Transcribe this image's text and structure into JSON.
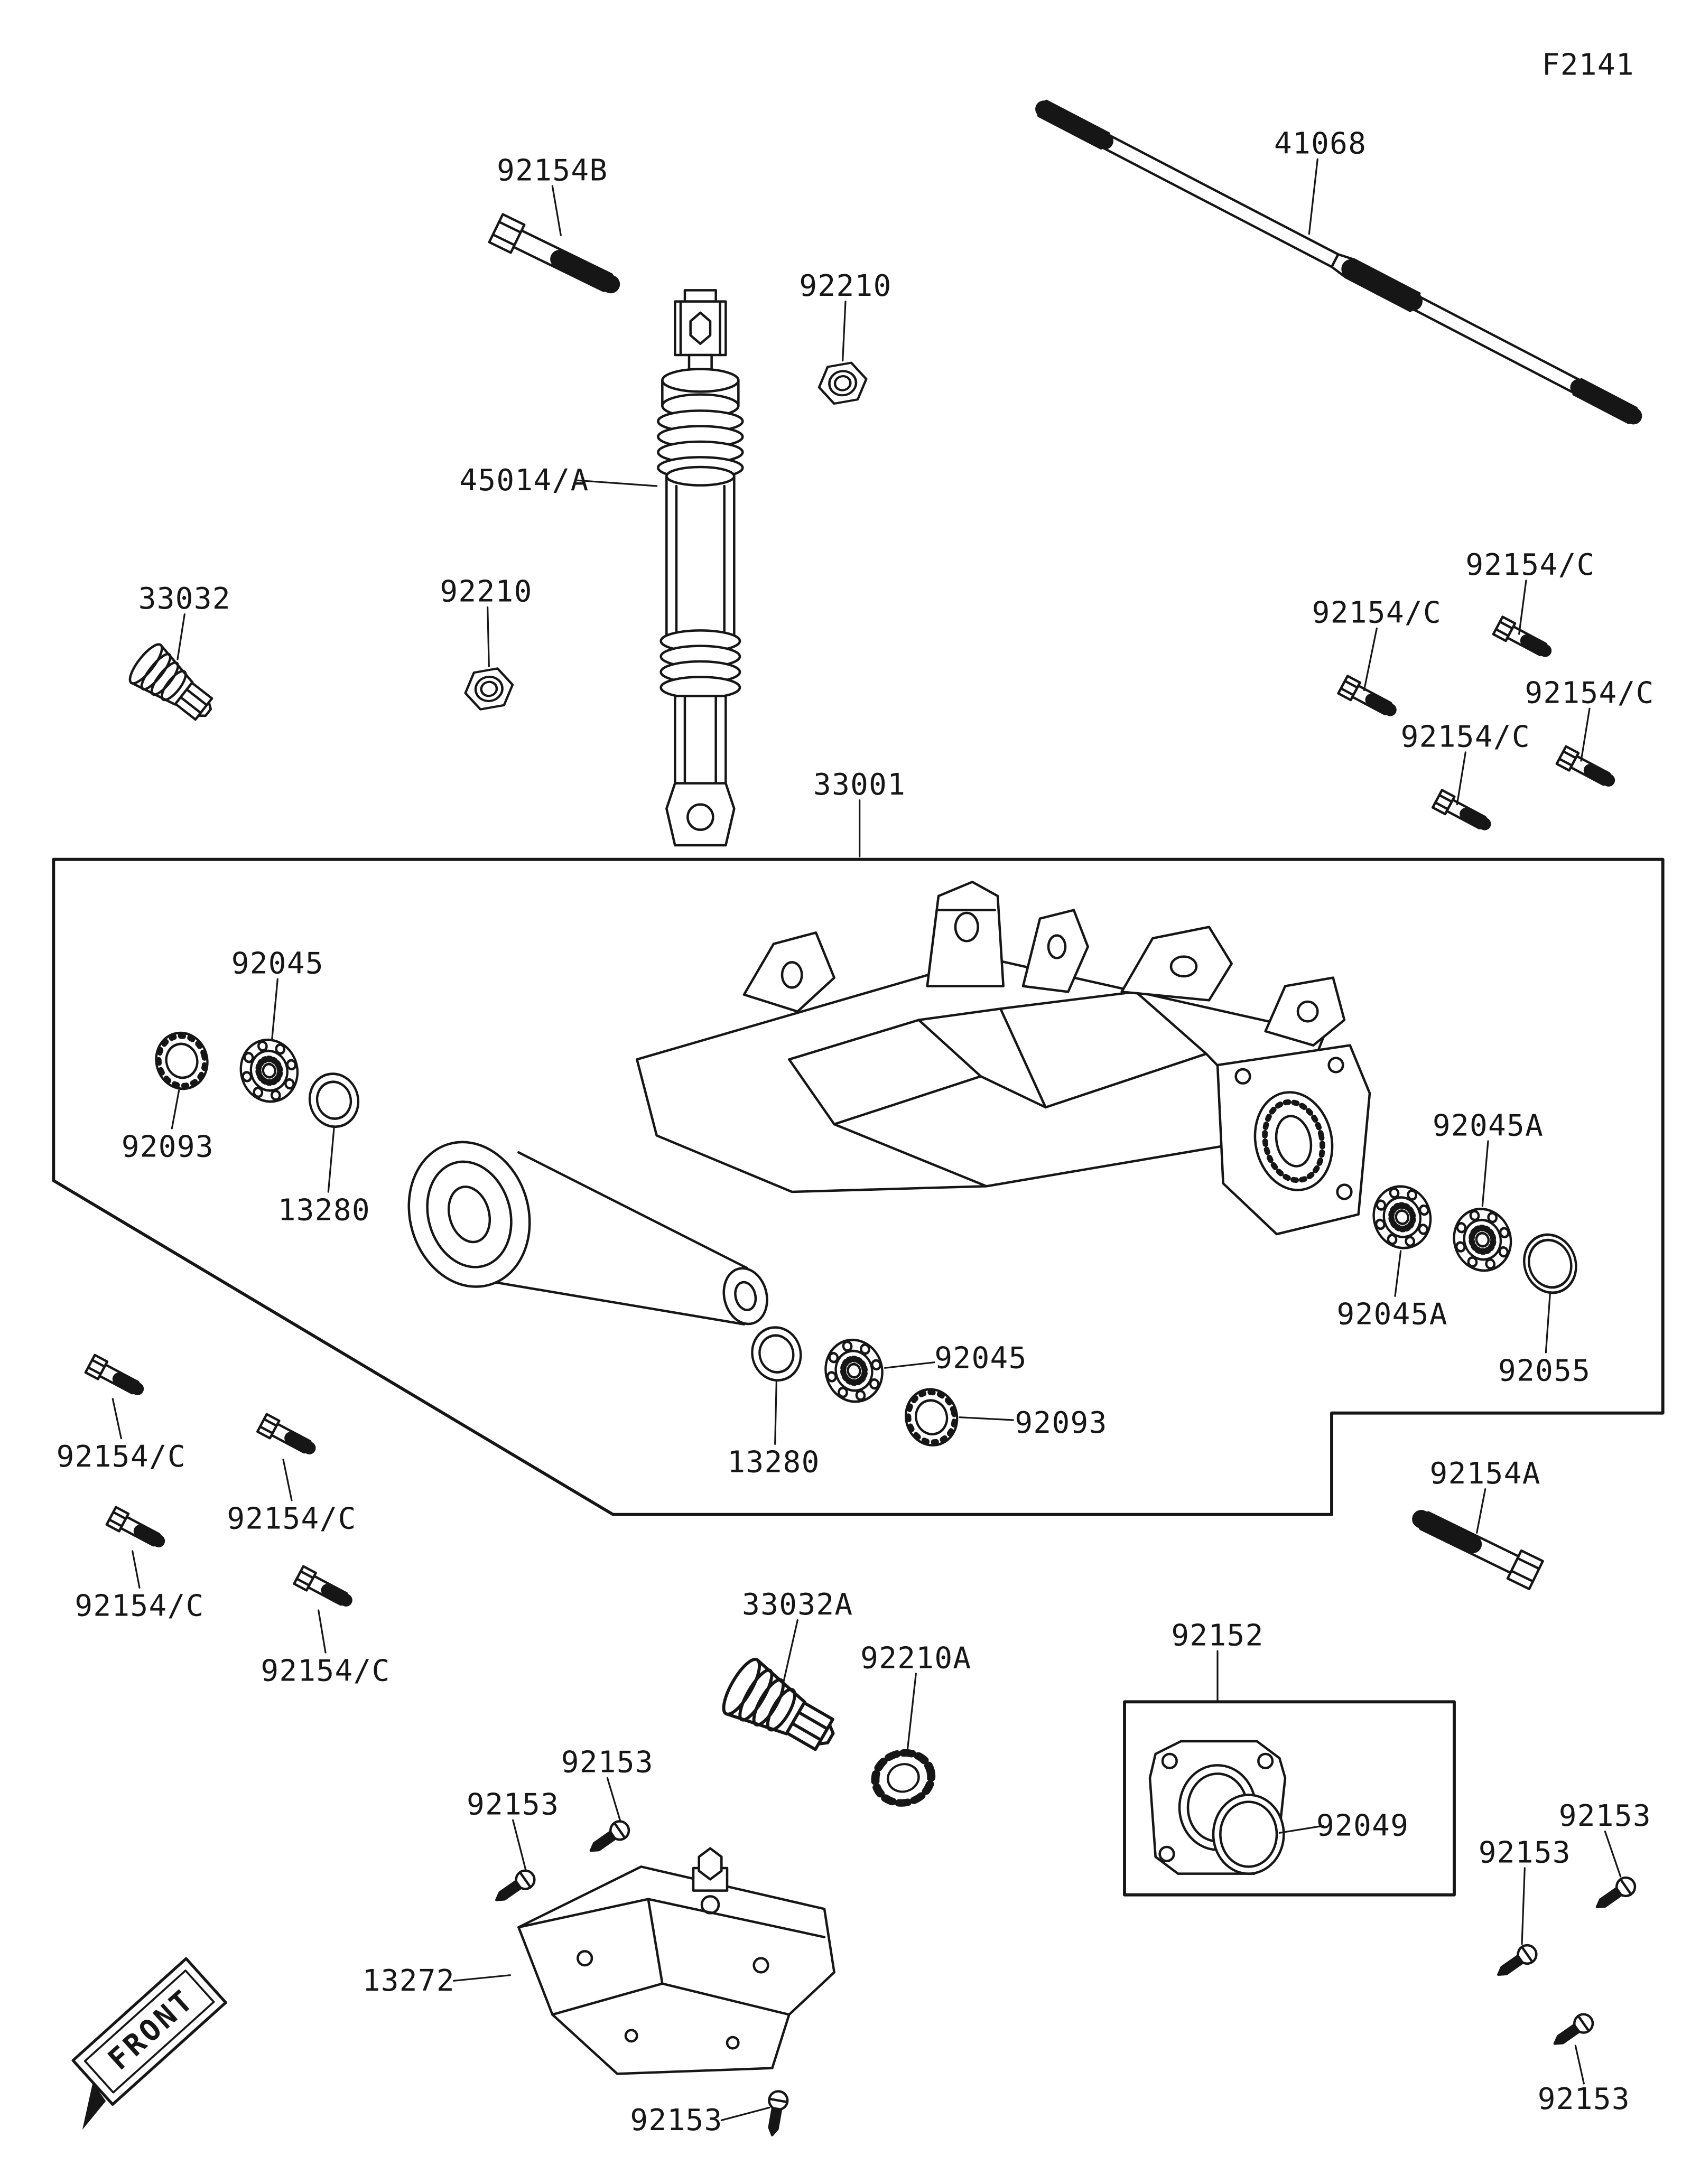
{
  "sheet": {
    "code": "F2141"
  },
  "front_stamp": {
    "text": "FRONT"
  },
  "labels": [
    "92154B",
    "41068",
    "92210",
    "45014/A",
    "33032",
    "92210",
    "92154/C",
    "92154/C",
    "92154/C",
    "92154/C",
    "33001",
    "92045",
    "92093",
    "13280",
    "92045A",
    "92045A",
    "92055",
    "92045",
    "92093",
    "13280",
    "92154/C",
    "92154/C",
    "92154/C",
    "92154/C",
    "92154A",
    "33032A",
    "92210A",
    "92152",
    "92049",
    "92153",
    "92153",
    "13272",
    "92153",
    "92153",
    "92153",
    "92153"
  ],
  "colors": {
    "ink": "#161616",
    "background": "#ffffff"
  }
}
